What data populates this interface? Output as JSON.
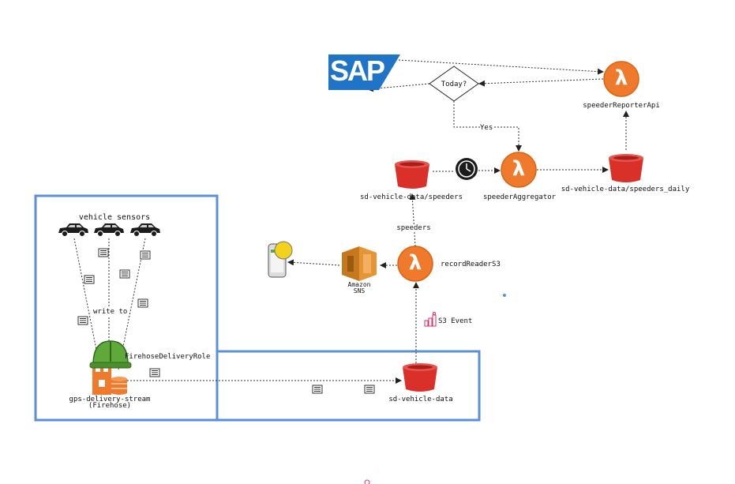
{
  "diagram": {
    "vehicle_sensors_label": "vehicle sensors",
    "write_to_label": "write to",
    "firehose_role_label": "FirehoseDeliveryRole",
    "firehose_stream_label": "gps-delivery-stream",
    "firehose_stream_sub": "(Firehose)",
    "s3_vehicle_data_label": "sd-vehicle-data",
    "s3_event_label": "S3 Event",
    "record_reader_label": "recordReaderS3",
    "sns_label_1": "Amazon",
    "sns_label_2": "SNS",
    "speeders_edge_label": "speeders",
    "s3_speeders_label": "sd-vehicle-data/speeders",
    "aggregator_label": "speederAggregator",
    "s3_daily_label": "sd-vehicle-data/speeders_daily",
    "reporter_label": "speederReporterApi",
    "decision_label": "Today?",
    "yes_label": "Yes",
    "sap_logo_text": "SAP",
    "lambda_symbol": "λ"
  },
  "icons": {
    "car": "car-icon",
    "document": "document-icon",
    "hardhat": "hard-hat-icon",
    "firehose": "firehose-icon",
    "s3": "s3-bucket-icon",
    "lambda": "lambda-icon",
    "sns": "amazon-sns-icon",
    "mobile": "mobile-notification-icon",
    "clock": "clock-icon",
    "sap": "sap-logo",
    "event": "s3-event-icon"
  },
  "colors": {
    "frame_blue": "#5b8fd8",
    "lambda_orange": "#f07a2b",
    "s3_red": "#d9302a",
    "sns_orange": "#c8781c",
    "sap_blue": "#1f74c7"
  }
}
